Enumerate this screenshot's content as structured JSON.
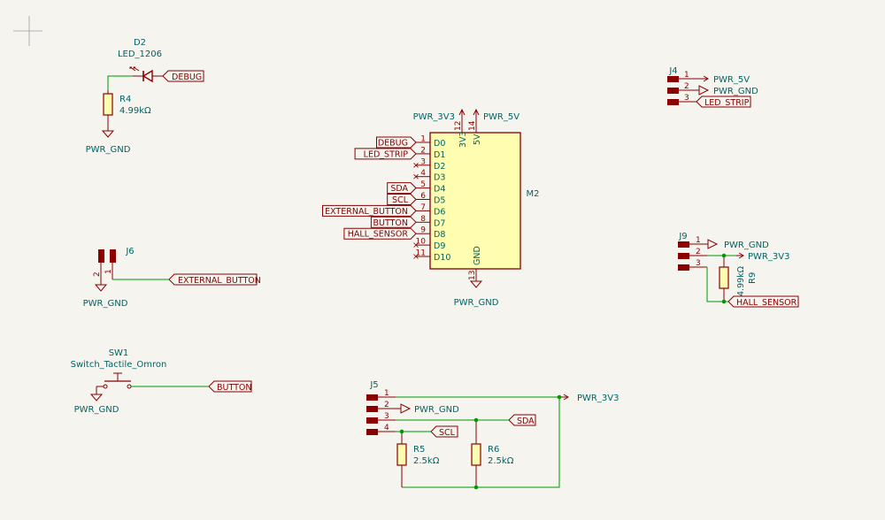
{
  "colors": {
    "background": "#f5f4ef",
    "wire": "#009900",
    "body": "#880000",
    "text": "#006464",
    "chip_fill": "#fffdb0",
    "component_fill": "#fffdb0",
    "pin_fill": "#8a0000"
  },
  "icons": [
    "cursor-crosshair-icon"
  ],
  "d2": {
    "ref": "D2",
    "value": "LED_1206",
    "net": "DEBUG"
  },
  "r4": {
    "ref": "R4",
    "value": "4.99kΩ",
    "gnd": "PWR_GND"
  },
  "j4": {
    "ref": "J4",
    "pins": [
      "1",
      "2",
      "3"
    ],
    "nets": [
      "PWR_5V",
      "PWR_GND",
      "LED_STRIP"
    ]
  },
  "m2": {
    "ref": "M2",
    "power_left": "PWR_3V3",
    "power_right": "PWR_5V",
    "top_pins": [
      {
        "num": "12",
        "label": "3V3"
      },
      {
        "num": "14",
        "label": "5V"
      }
    ],
    "gnd_pin": {
      "num": "13",
      "label": "GND"
    },
    "gnd_net": "PWR_GND",
    "pins": [
      {
        "num": "1",
        "label": "D0",
        "net": "DEBUG"
      },
      {
        "num": "2",
        "label": "D1",
        "net": "LED_STRIP"
      },
      {
        "num": "3",
        "label": "D2",
        "net": ""
      },
      {
        "num": "4",
        "label": "D3",
        "net": ""
      },
      {
        "num": "5",
        "label": "D4",
        "net": "SDA"
      },
      {
        "num": "6",
        "label": "D5",
        "net": "SCL"
      },
      {
        "num": "7",
        "label": "D6",
        "net": "EXTERNAL_BUTTON"
      },
      {
        "num": "8",
        "label": "D7",
        "net": "BUTTON"
      },
      {
        "num": "9",
        "label": "D8",
        "net": "HALL_SENSOR"
      },
      {
        "num": "10",
        "label": "D9",
        "net": ""
      },
      {
        "num": "11",
        "label": "D10",
        "net": ""
      }
    ]
  },
  "j6": {
    "ref": "J6",
    "pins": [
      "2",
      "1"
    ],
    "net": "EXTERNAL_BUTTON",
    "gnd": "PWR_GND"
  },
  "j9": {
    "ref": "J9",
    "pins": [
      "1",
      "2",
      "3"
    ],
    "nets": [
      "PWR_GND",
      "PWR_3V3"
    ],
    "label": "HALL_SENSOR"
  },
  "r9": {
    "ref": "R9",
    "value": "4.99kΩ"
  },
  "sw1": {
    "ref": "SW1",
    "value": "Switch_Tactile_Omron",
    "net": "BUTTON",
    "gnd": "PWR_GND"
  },
  "j5": {
    "ref": "J5",
    "pins": [
      "1",
      "2",
      "3",
      "4"
    ],
    "nets": [
      "PWR_3V3",
      "PWR_GND",
      "SDA",
      "SCL"
    ]
  },
  "r5": {
    "ref": "R5",
    "value": "2.5kΩ"
  },
  "r6": {
    "ref": "R6",
    "value": "2.5kΩ"
  }
}
